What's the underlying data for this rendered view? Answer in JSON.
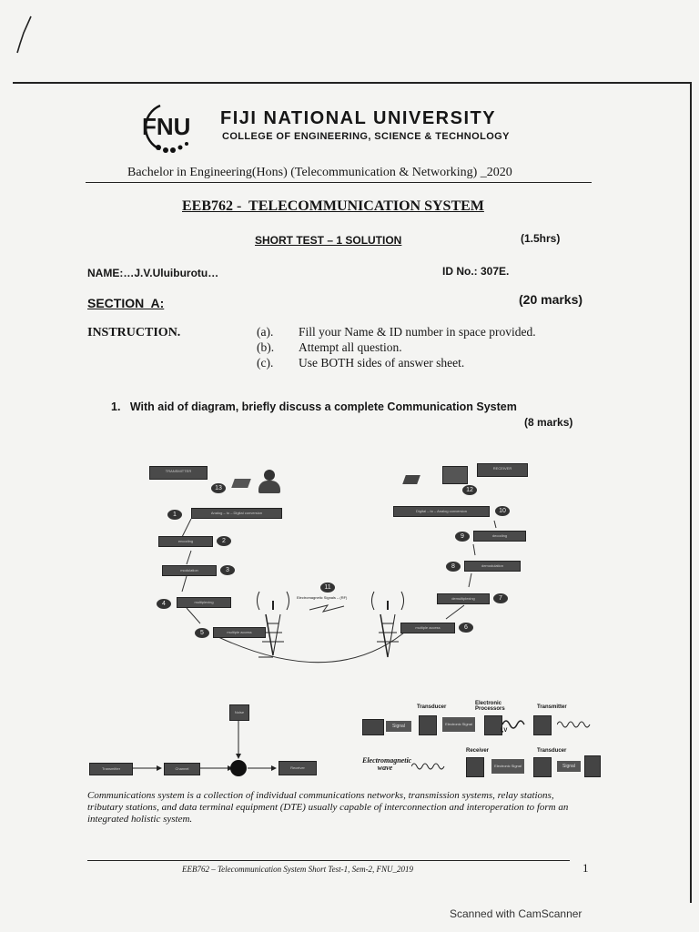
{
  "header": {
    "university": "FIJI NATIONAL UNIVERSITY",
    "college": "COLLEGE OF ENGINEERING, SCIENCE & TECHNOLOGY",
    "logo_text": "FNU",
    "program": "Bachelor in Engineering(Hons) (Telecommunication & Networking) _2020"
  },
  "course": {
    "title": "EEB762 -  TELECOMMUNICATION SYSTEM",
    "test": "SHORT TEST – 1 SOLUTION",
    "duration": "(1.5hrs)"
  },
  "student": {
    "name": "NAME:…J.V.Uluiburotu…",
    "id": "ID No.: 307E."
  },
  "section": {
    "title": "SECTION  A:",
    "marks": "(20 marks)"
  },
  "instruction": {
    "label": "INSTRUCTION.",
    "items": [
      {
        "key": "(a).",
        "text": "Fill your Name & ID number in space provided."
      },
      {
        "key": "(b).",
        "text": "Attempt all question."
      },
      {
        "key": "(c).",
        "text": "Use BOTH sides of answer sheet."
      }
    ]
  },
  "question1": {
    "text": "1.   With aid of diagram, briefly discuss a complete Communication System",
    "marks": "(8 marks)"
  },
  "diagram_main": {
    "transmitter": "TRANSMITTER",
    "receiver": "RECEIVER",
    "left_steps": [
      {
        "num": "1",
        "label": "Analog – to – Digital conversion"
      },
      {
        "num": "2",
        "label": "encoding"
      },
      {
        "num": "3",
        "label": "modulation"
      },
      {
        "num": "4",
        "label": "multiplexing"
      },
      {
        "num": "5",
        "label": "multiple access"
      }
    ],
    "right_steps": [
      {
        "num": "10",
        "label": "Digital – to – Analog conversion"
      },
      {
        "num": "9",
        "label": "decoding"
      },
      {
        "num": "8",
        "label": "demodulation"
      },
      {
        "num": "7",
        "label": "demultiplexing"
      },
      {
        "num": "6",
        "label": "multiple access"
      }
    ],
    "step_11": "11",
    "step_12": "12",
    "step_13": "13",
    "em_label": "Electromagnetic Signals – (RF)"
  },
  "diagram_block": {
    "noise": "Noise",
    "transmitter": "Transmitter",
    "channel": "Channel",
    "receiver": "Receiver"
  },
  "diagram_flow": {
    "transducer_top": "Transducer",
    "processors": "Electronic Processors",
    "transmitter": "Transmitter",
    "signal": "Signal",
    "electronic": "Electronic Signal",
    "iv": "I,V",
    "receiver": "Receiver",
    "transducer_bottom": "Transducer",
    "em_wave": "Electromagnetic wave",
    "electronic_bottom": "Electronic Signal",
    "signal_bottom": "Signal"
  },
  "answer": "Communications system is a collection of individual communications networks, transmission systems, relay stations, tributary stations, and data terminal equipment (DTE) usually capable of interconnection and interoperation to form an integrated holistic system.",
  "footer": {
    "text": "EEB762 – Telecommunication System Short Test-1, Sem-2, FNU_2019",
    "page": "1"
  },
  "scanner": "Scanned with CamScanner"
}
